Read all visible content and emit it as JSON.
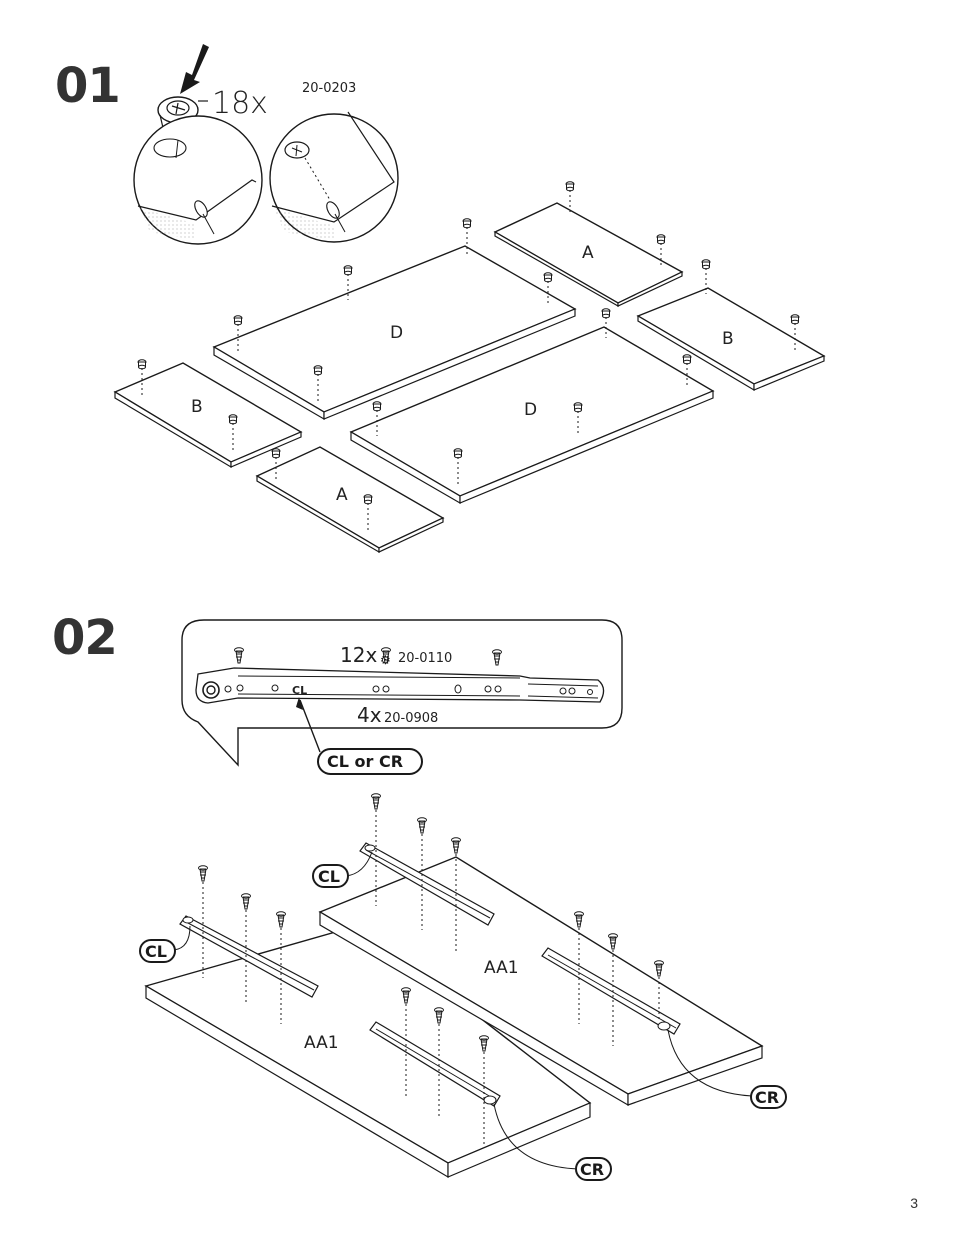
{
  "step1": {
    "number": "01",
    "quantity": "18x",
    "part_code": "20-0203",
    "panels": {
      "a_top": "A",
      "a_bottom": "A",
      "b_left": "B",
      "b_right": "B",
      "d_left": "D",
      "d_right": "D"
    }
  },
  "step2": {
    "number": "02",
    "screw_quantity": "12x",
    "screw_code": "20-0110",
    "slide_quantity": "4x",
    "slide_code": "20-0908",
    "slide_label": "CL",
    "callout": "CL or CR",
    "panel_left": "AA1",
    "panel_right": "AA1",
    "tag_cl_1": "CL",
    "tag_cl_2": "CL",
    "tag_cr_1": "CR",
    "tag_cr_2": "CR"
  },
  "page_number": "3",
  "icons": [
    "cam-lock-icon",
    "arrow-down-icon",
    "screw-icon",
    "drawer-slide-icon"
  ]
}
